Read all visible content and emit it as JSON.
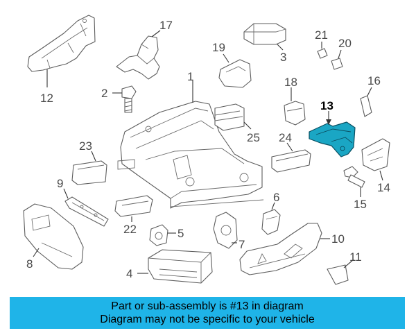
{
  "callouts": {
    "c1": "1",
    "c2": "2",
    "c3": "3",
    "c4": "4",
    "c5": "5",
    "c6": "6",
    "c7": "7",
    "c8": "8",
    "c9": "9",
    "c10": "10",
    "c11": "11",
    "c12": "12",
    "c13": "13",
    "c15": "15",
    "c16": "16",
    "c17": "17",
    "c18": "18",
    "c19": "19",
    "c20": "20",
    "c21": "21",
    "c22": "22",
    "c23": "23",
    "c24": "24",
    "c25": "25"
  },
  "c14": "14",
  "highlighted_part": "13",
  "colors": {
    "highlight": "#1aa6c4",
    "banner": "#1fb4e8"
  },
  "banner": {
    "line1": "Part or sub-assembly is #13 in diagram",
    "line2": "Diagram may not be specific to your vehicle"
  }
}
